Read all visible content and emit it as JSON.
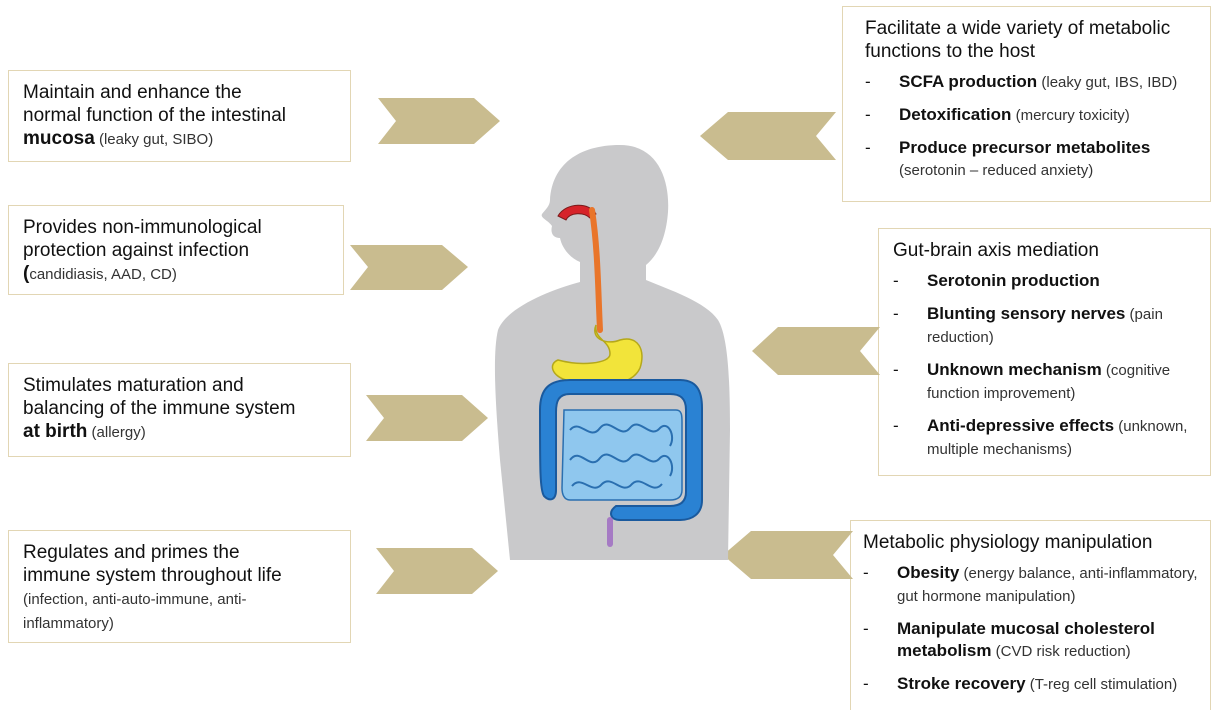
{
  "left": [
    {
      "lines": [
        {
          "text": "Maintain and enhance the",
          "bold": false
        },
        {
          "text": "normal function of the intestinal",
          "bold": false
        }
      ],
      "bold_lead": "mucosa",
      "note": " (leaky gut, SIBO)"
    },
    {
      "lines": [
        {
          "text": "Provides non-immunological",
          "bold": false
        },
        {
          "text": "protection against infection",
          "bold": false
        }
      ],
      "bold_lead": "(",
      "note": "candidiasis, AAD, CD)"
    },
    {
      "lines": [
        {
          "text": "Stimulates maturation and",
          "bold": false
        },
        {
          "text": "balancing of the immune system",
          "bold": false
        }
      ],
      "bold_lead": "at birth",
      "note": " (allergy)"
    },
    {
      "lines": [
        {
          "text": "Regulates and primes the",
          "bold": false
        },
        {
          "text": "immune system throughout life",
          "bold": false
        }
      ],
      "bold_lead": "",
      "note": "(infection, anti-auto-immune, anti-inflammatory)"
    }
  ],
  "right": [
    {
      "title": "Facilitate a wide variety of metabolic functions to the host",
      "items": [
        {
          "bold": "SCFA production",
          "note": " (leaky gut, IBS, IBD)"
        },
        {
          "bold": "Detoxification",
          "note": " (mercury toxicity)"
        },
        {
          "bold": "Produce precursor metabolites",
          "note": "(serotonin – reduced anxiety)"
        }
      ]
    },
    {
      "title": "Gut-brain axis mediation",
      "items": [
        {
          "bold": "Serotonin production",
          "note": ""
        },
        {
          "bold": "Blunting sensory nerves",
          "note": " (pain reduction)"
        },
        {
          "bold": "Unknown mechanism",
          "note": " (cognitive function improvement)"
        },
        {
          "bold": "Anti-depressive effects",
          "note": " (unknown, multiple mechanisms)"
        }
      ]
    },
    {
      "title": "Metabolic physiology manipulation",
      "items": [
        {
          "bold": "Obesity",
          "note": " (energy balance, anti-inflammatory, gut hormone manipulation)"
        },
        {
          "bold": "Manipulate mucosal cholesterol metabolism",
          "note": " (CVD risk reduction)"
        },
        {
          "bold": "Stroke recovery",
          "note": " (T-reg cell stimulation)"
        }
      ]
    }
  ],
  "dash": "-",
  "colors": {
    "border": "#e2d6b4",
    "chevron": "#c9bc8f",
    "body": "#c9c9cb"
  }
}
